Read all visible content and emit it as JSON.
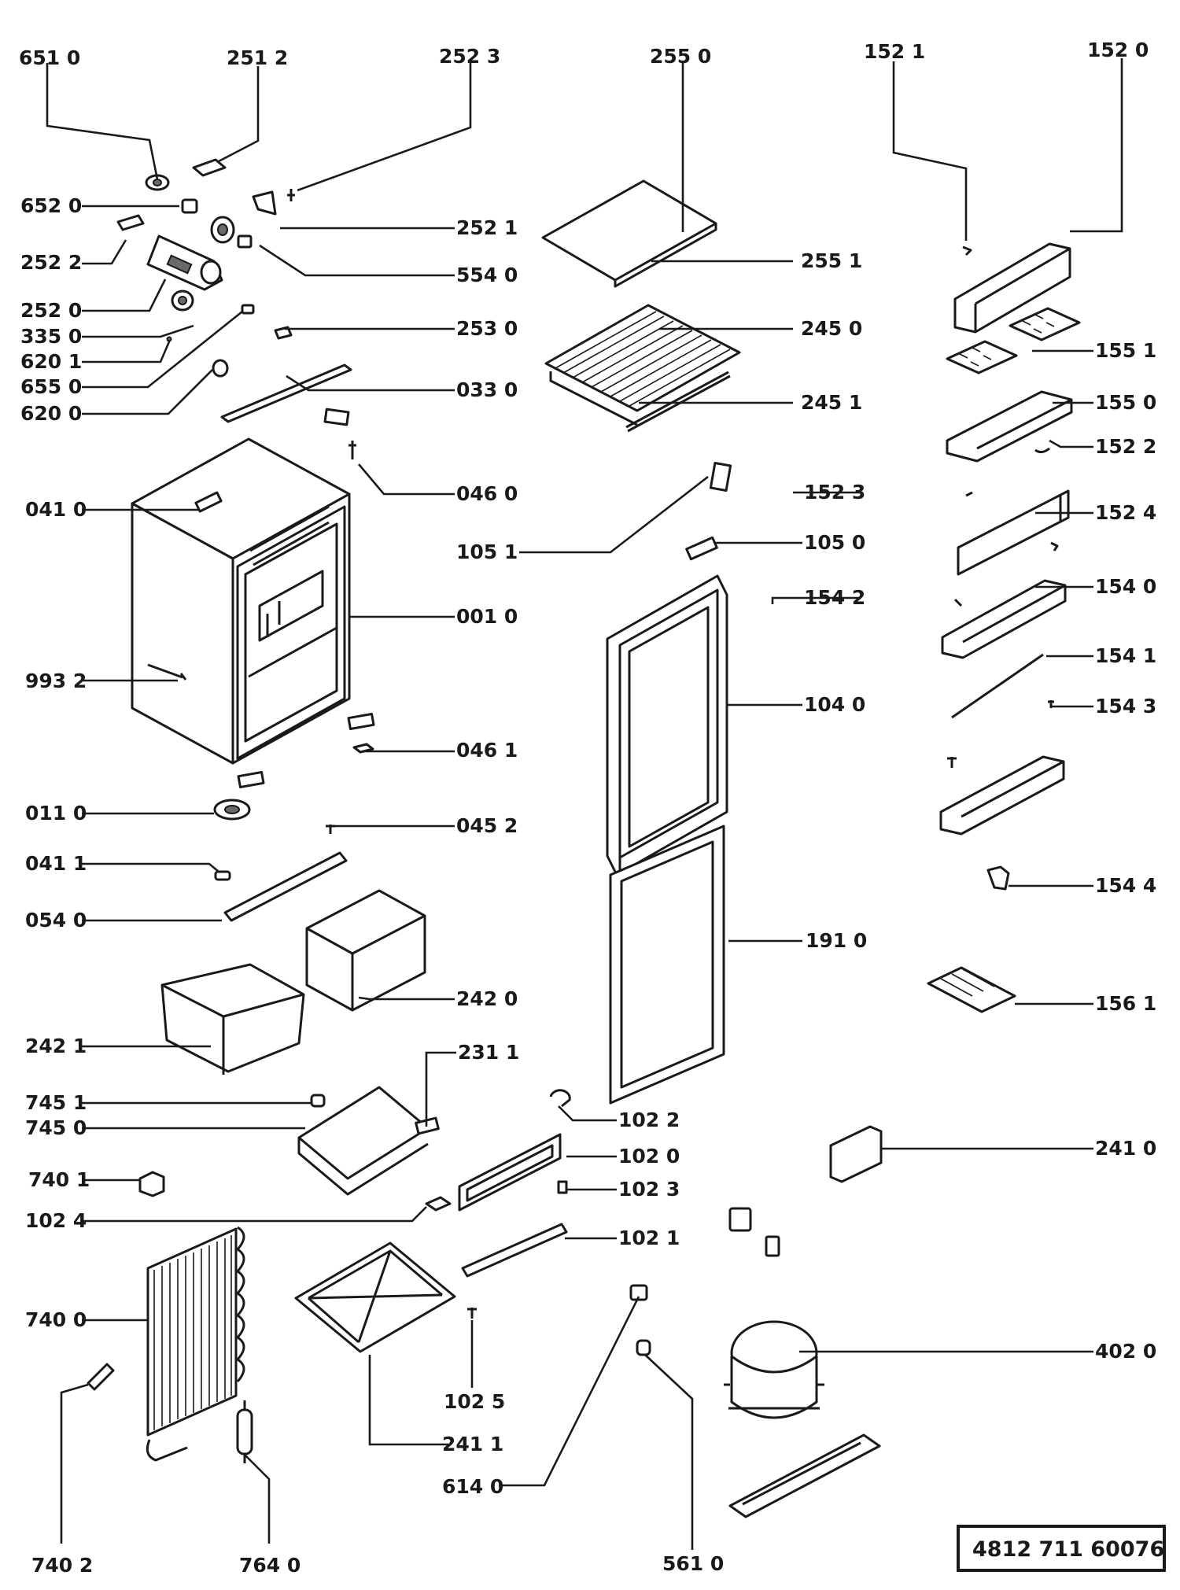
{
  "diagram": {
    "drawing_number": "4812 711 60076",
    "labels": {
      "p6510": "651 0",
      "p2512": "251 2",
      "p2523": "252 3",
      "p2550": "255 0",
      "p1521": "152 1",
      "p1520": "152 0",
      "p6520": "652 0",
      "p2521": "252 1",
      "p2522": "252 2",
      "p5540": "554 0",
      "p2551": "255 1",
      "p1551": "155 1",
      "p2520": "252 0",
      "p3350": "335 0",
      "p2530": "253 0",
      "p2450": "245 0",
      "p6201": "620 1",
      "p6550": "655 0",
      "p0330": "033 0",
      "p1550": "155 0",
      "p6200": "620 0",
      "p2451": "245 1",
      "p1522": "152 2",
      "p0460": "046 0",
      "p1523": "152 3",
      "p0410": "041 0",
      "p1524": "152 4",
      "p1051": "105 1",
      "p1050": "105 0",
      "p1542": "154 2",
      "p1540": "154 0",
      "p0010": "001 0",
      "p1541": "154 1",
      "p9932": "993 2",
      "p1040": "104 0",
      "p1543": "154 3",
      "p0461": "046 1",
      "p0110": "011 0",
      "p0452": "045 2",
      "p0411": "041 1",
      "p1544": "154 4",
      "p0540": "054 0",
      "p1910": "191 0",
      "p2420": "242 0",
      "p1561": "156 1",
      "p2421": "242 1",
      "p2311": "231 1",
      "p7451": "745 1",
      "p1022": "102 2",
      "p7450": "745 0",
      "p1020": "102 0",
      "p2410": "241 0",
      "p7401": "740 1",
      "p1023": "102 3",
      "p1024": "102 4",
      "p1021": "102 1",
      "p7400": "740 0",
      "p4020": "402 0",
      "p1025": "102 5",
      "p2411": "241 1",
      "p6140": "614 0",
      "p7402": "740 2",
      "p7640": "764 0",
      "p5610": "561 0"
    }
  }
}
